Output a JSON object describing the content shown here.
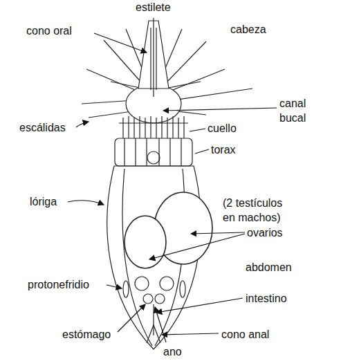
{
  "diagram": {
    "labels": [
      "estilete",
      "cono oral",
      "cabeza",
      "canal bucal",
      "escálidas",
      "cuello",
      "torax",
      "lóriga",
      "(2 testículos en machos)",
      "ovarios",
      "abdomen",
      "protonefridio",
      "intestino",
      "estómago",
      "cono anal",
      "ano"
    ]
  }
}
